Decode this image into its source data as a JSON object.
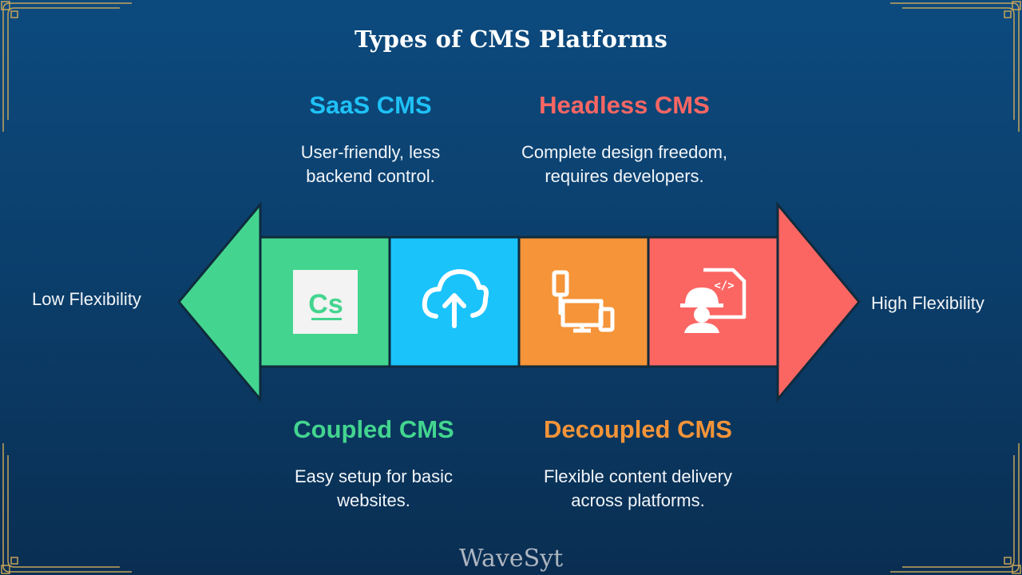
{
  "title": "Types of CMS Platforms",
  "scale": {
    "low_label": "Low Flexibility",
    "high_label": "High Flexibility"
  },
  "categories": {
    "saas": {
      "title": "SaaS CMS",
      "desc_line1": "User-friendly, less",
      "desc_line2": "backend control.",
      "color": "#1fc1f5",
      "icon": "cloud-upload-icon"
    },
    "headless": {
      "title": "Headless CMS",
      "desc_line1": "Complete design freedom,",
      "desc_line2": "requires developers.",
      "color": "#fb6663",
      "icon": "developer-icon"
    },
    "coupled": {
      "title": "Coupled CMS",
      "desc_line1": "Easy setup for basic",
      "desc_line2": "websites.",
      "color": "#43d58f",
      "icon": "cs-logo-icon",
      "icon_text": "Cs"
    },
    "decoupled": {
      "title": "Decoupled CMS",
      "desc_line1": "Flexible content delivery",
      "desc_line2": "across platforms.",
      "color": "#f59438",
      "icon": "multi-device-icon"
    }
  },
  "segments_order": [
    "coupled",
    "saas",
    "decoupled",
    "headless"
  ],
  "footer": "WaveSyt",
  "colors": {
    "background": "#0b3f6c",
    "border_gold": "#c5a45a",
    "green": "#43d58f",
    "blue": "#1bc3fb",
    "orange": "#f59438",
    "red": "#fb6663"
  }
}
